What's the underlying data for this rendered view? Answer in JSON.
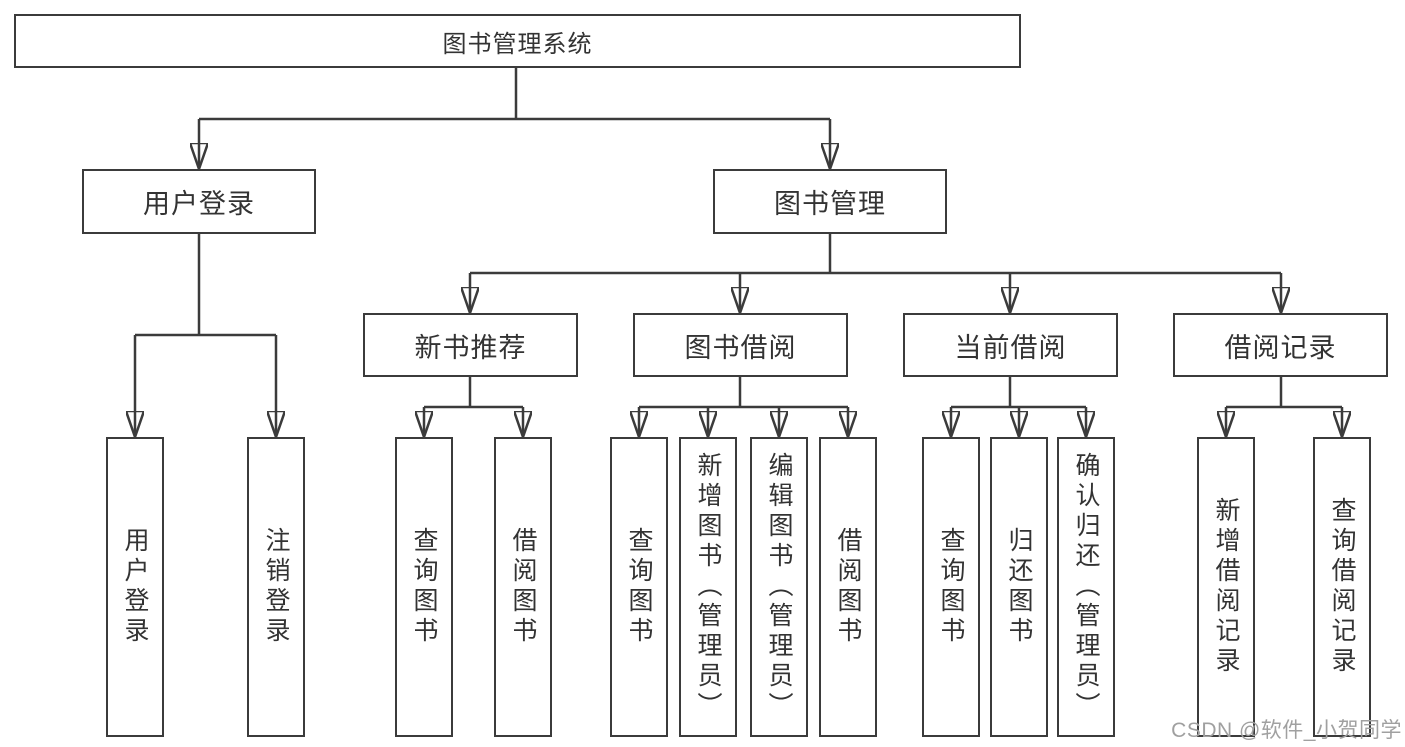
{
  "diagram": {
    "root": {
      "label": "图书管理系统"
    },
    "level2": [
      {
        "id": "user-login",
        "label": "用户登录"
      },
      {
        "id": "book-management",
        "label": "图书管理"
      }
    ],
    "level3": [
      {
        "id": "new-book-recommend",
        "label": "新书推荐",
        "parent": "book-management"
      },
      {
        "id": "book-borrow",
        "label": "图书借阅",
        "parent": "book-management"
      },
      {
        "id": "current-borrow",
        "label": "当前借阅",
        "parent": "book-management"
      },
      {
        "id": "borrow-records",
        "label": "借阅记录",
        "parent": "book-management"
      }
    ],
    "leaves": {
      "user_login": [
        {
          "label": "用户登录"
        },
        {
          "label": "注销登录"
        }
      ],
      "new_book": [
        {
          "label": "查询图书"
        },
        {
          "label": "借阅图书"
        }
      ],
      "book_borrow": [
        {
          "label": "查询图书"
        },
        {
          "label": "新增图书（管理员）"
        },
        {
          "label": "编辑图书（管理员）"
        },
        {
          "label": "借阅图书"
        }
      ],
      "current_borrow": [
        {
          "label": "查询图书"
        },
        {
          "label": "归还图书"
        },
        {
          "label": "确认归还（管理员）"
        }
      ],
      "borrow_records": [
        {
          "label": "新增借阅记录"
        },
        {
          "label": "查询借阅记录"
        }
      ]
    }
  },
  "watermark": {
    "text": "CSDN @软件_小贺同学"
  },
  "colors": {
    "line": "#3b3b3b",
    "text": "#333333",
    "watermark": "#a0a0a0",
    "background": "#ffffff"
  }
}
